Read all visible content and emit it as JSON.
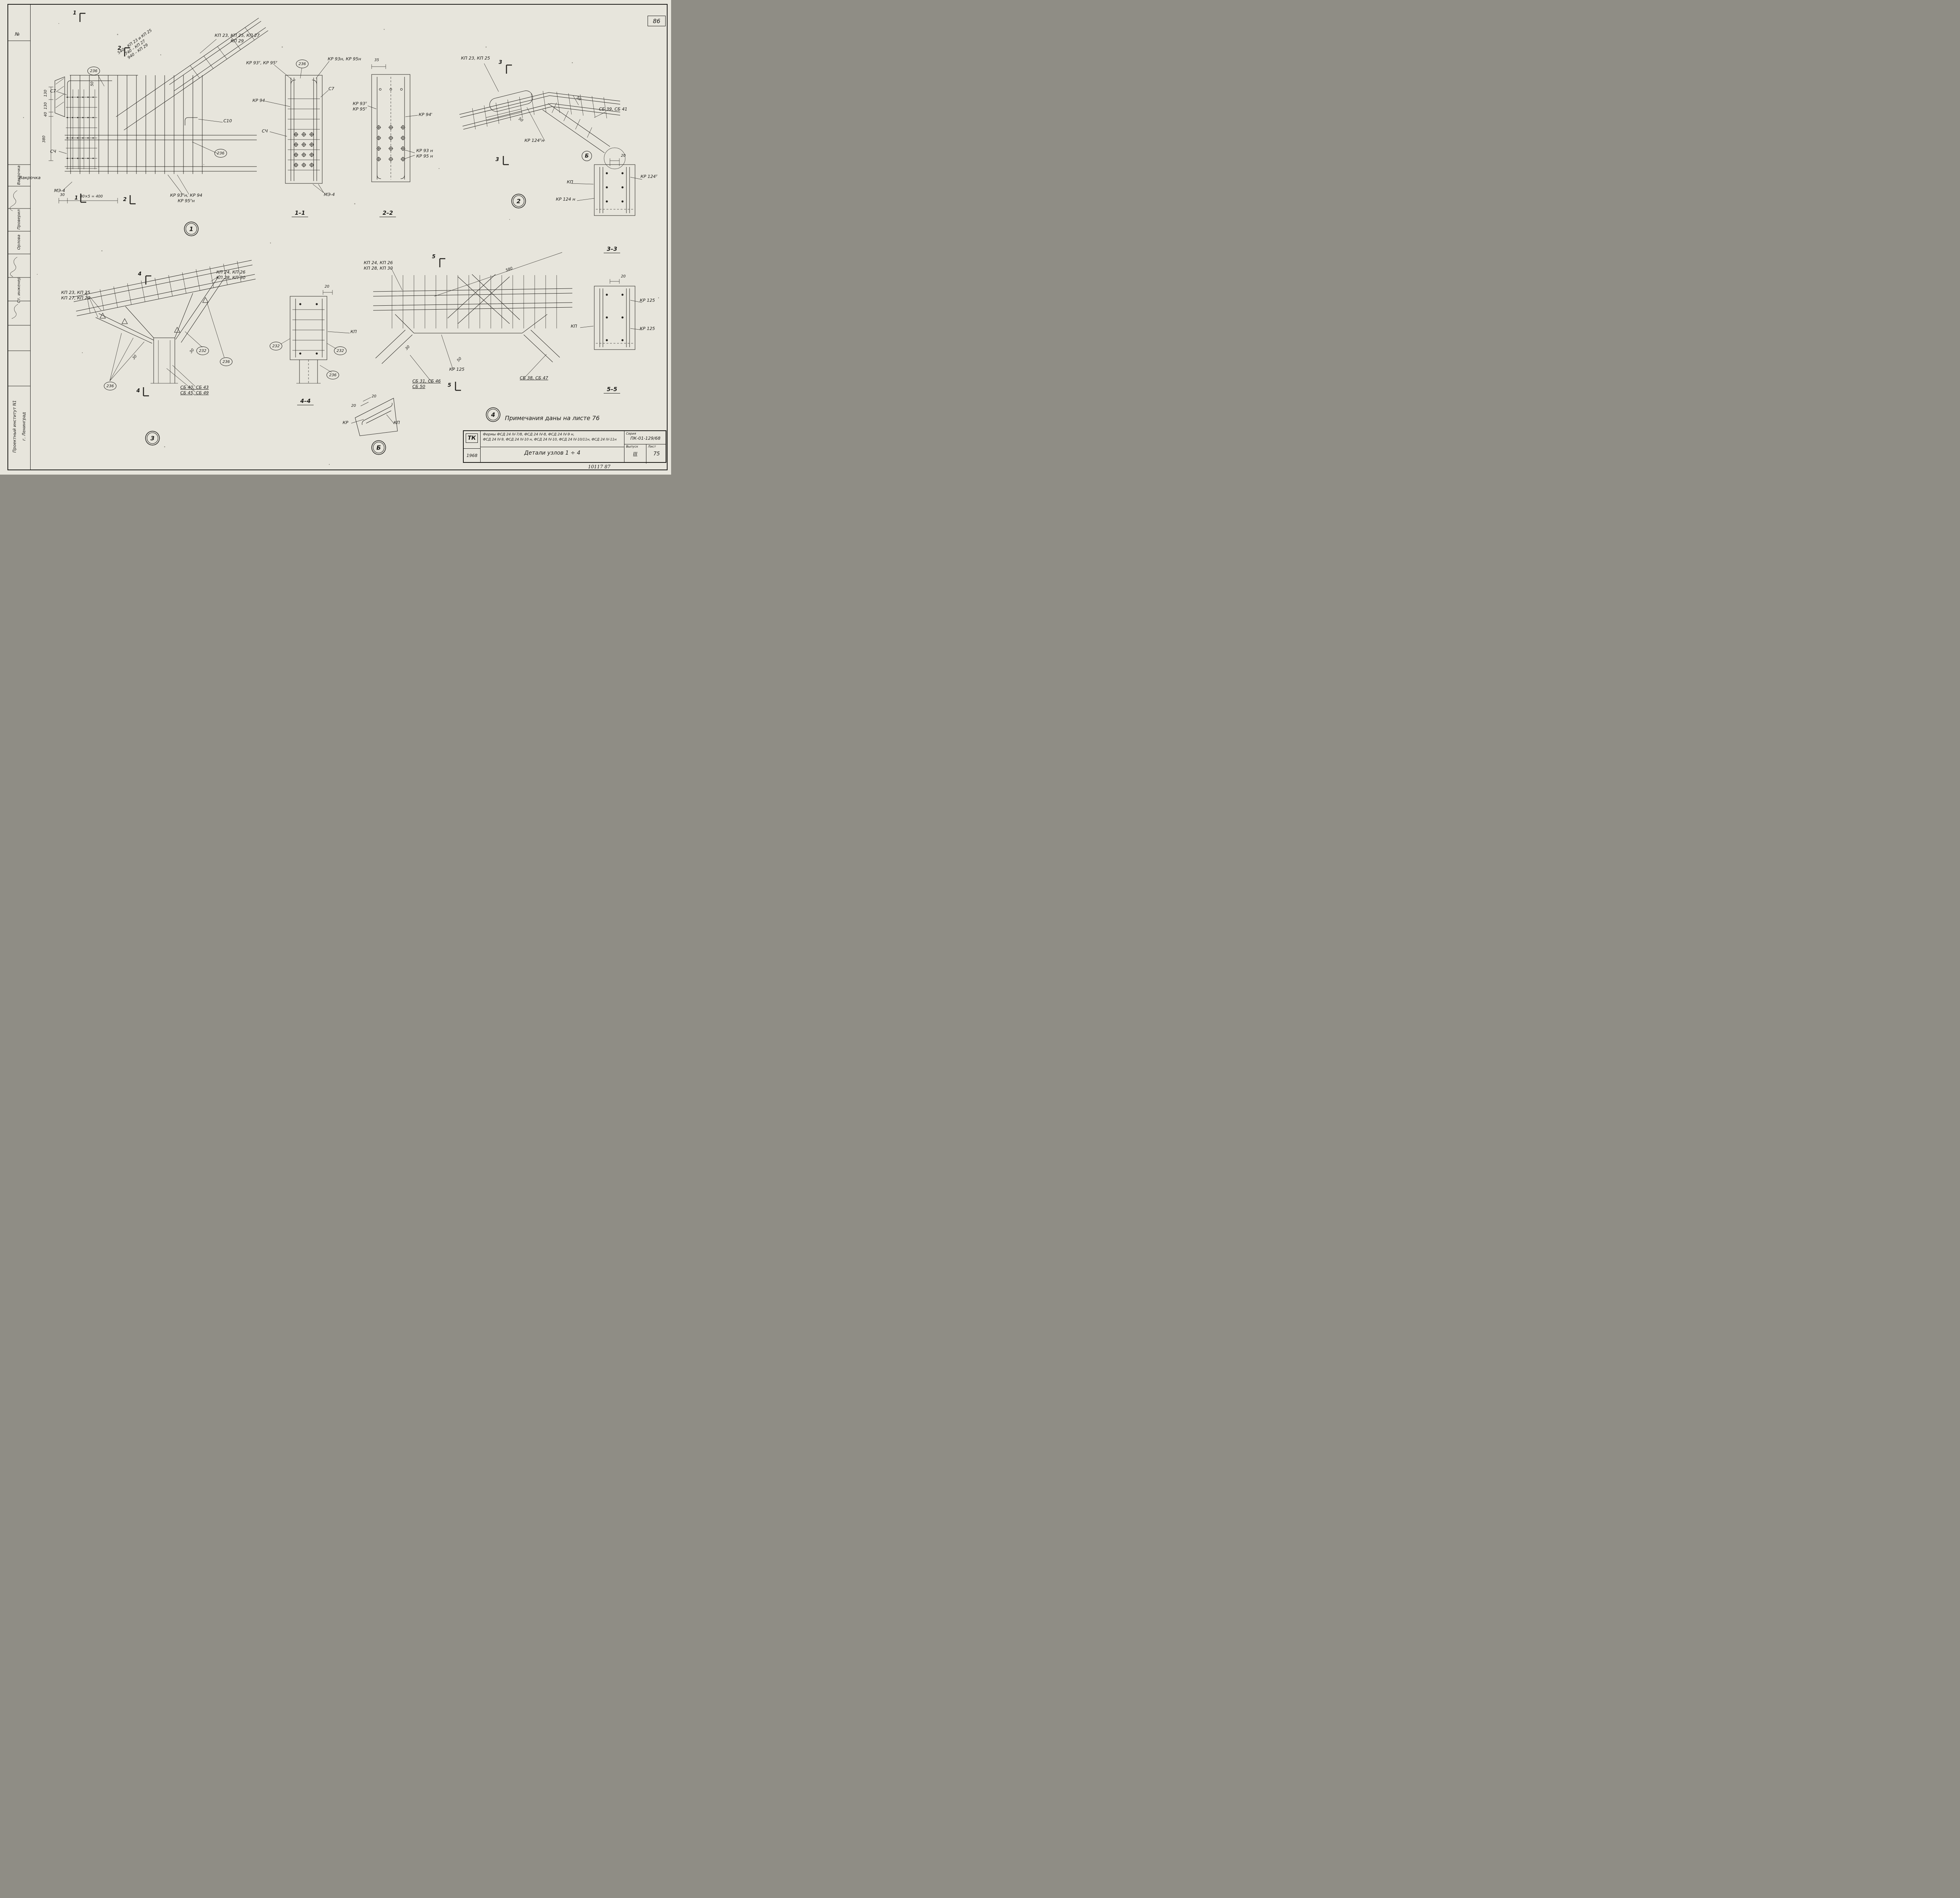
{
  "sheet": {
    "number": "86",
    "no_mark": "№",
    "note": "Примечания  даны  на  листе  76",
    "handwritten": "10117   87"
  },
  "strip": {
    "row1": "Вакрочка",
    "row2": "Проверил",
    "row3": "Орлова",
    "row4": "Ст. инженер",
    "org1": "Проектный институт N1",
    "org2": "г. Ленинград"
  },
  "stamp": {
    "logo": "ТК",
    "year": "1968",
    "line1": "Фермы ФСД 24 IV-7/8, ФСД 24 IV-8, ФСД 24 IV-9 н,",
    "line2": "ФСД 24 IV-9, ФСД 24 IV-10 н, ФСД 24 IV-10, ФСД 24 IV-10/11н, ФСД 24 IV-11н",
    "subtitle": "Детали узлов 1 ÷ 4",
    "series_label": "Серия",
    "series": "ПК-01-129/68",
    "issue_label": "Выпуск",
    "issue": "III",
    "list_label": "Лист",
    "list": "75"
  },
  "view1": {
    "num": "1",
    "callout1": "КП 23, КП 25, КП 27",
    "callout2": "КП 29",
    "len1": "540 – КП 23 и КП 25",
    "len2": "740 – КП 27",
    "len3": "940 – КП 29",
    "c7": "С7",
    "c4": "СЧ",
    "c10": "С10",
    "m3": "МЭ-4",
    "b236": "236",
    "d130a": "130",
    "d130b": "130",
    "d40": "40",
    "d380": "380",
    "d50": "50",
    "d30": "30",
    "d400": "80×5 = 400",
    "kr1": "КР 93ᵀн,  КР 94",
    "kr2": "КР 95ᵀн",
    "cut1": "1",
    "cut2": "2"
  },
  "sec11": {
    "title": "1–1",
    "kr_top_l": "КР 93ᵀ, КР 95ᵀ",
    "b236": "236",
    "kr_top_r": "КР 93н, КР 95н",
    "c7": "С7",
    "kr94": "КР 94",
    "c4": "СЧ",
    "m3": "МЭ-4"
  },
  "sec22": {
    "title": "2–2",
    "d35": "35",
    "kr_l1": "КР 93ᵀ",
    "kr_l2": "КР 95ᵀ",
    "kr94": "КР 94'",
    "kr_r1": "КР 93 н",
    "kr_r2": "КР 95 н"
  },
  "view2": {
    "num": "2",
    "callout": "КП 23,  КП 25",
    "cut": "3",
    "sb": "СБ 39, СБ 41",
    "kr124": "КР 124ᵀн",
    "d50a": "50",
    "d50b": "50",
    "b_mark": "Б"
  },
  "sec33": {
    "title": "3–3",
    "d20": "20",
    "kp": "КП",
    "kr_t": "КР 124ᵀ",
    "kr_n": "КР 124 н"
  },
  "view3": {
    "num": "3",
    "callout_l1": "КП 23,  КП 25",
    "callout_l2": "КП 27,  КП 29",
    "callout_r1": "КП 24, КП 26",
    "callout_r2": "КП 28,  КП 30",
    "cut": "4",
    "b236": "236",
    "b232": "232",
    "d30a": "30",
    "d30b": "30",
    "sb1": "СБ 40, СБ 43",
    "sb2": "СБ 45, СБ 49"
  },
  "sec44": {
    "title": "4–4",
    "d20": "20",
    "b232": "232",
    "kp": "КП",
    "b236": "236"
  },
  "detailB": {
    "num": "Б",
    "d20a": "20",
    "d20b": "20",
    "kr": "КР",
    "kp": "КП"
  },
  "view4": {
    "num": "4",
    "callout1": "КП 24, КП 26",
    "callout2": "КП 28,  КП 30",
    "cut": "5",
    "d580": "580",
    "d30": "30",
    "d50": "50",
    "kr125": "КР 125",
    "sb1": "СБ 31, СБ 46",
    "sb2": "СБ 50",
    "sb3": "СБ 38, СБ 47"
  },
  "sec55": {
    "title": "5–5",
    "d20": "20",
    "kr125a": "КР 125",
    "kp": "КП",
    "kr125b": "КР 125"
  }
}
